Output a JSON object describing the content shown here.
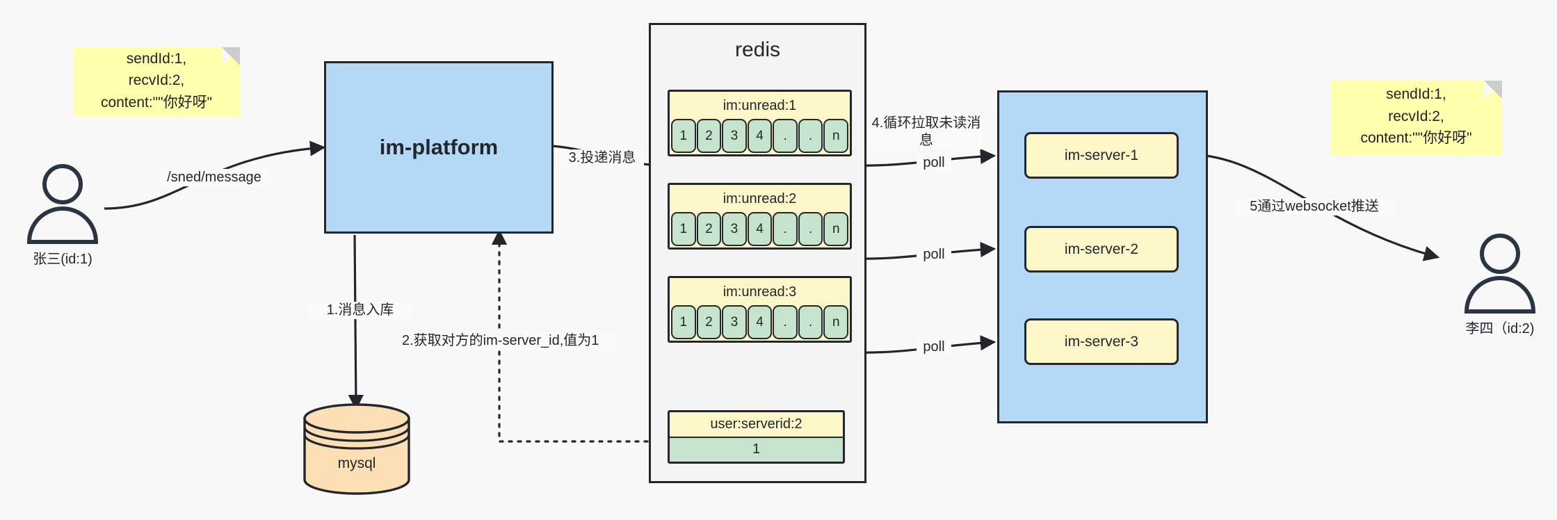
{
  "diagram": {
    "title": "IM message delivery architecture",
    "colors": {
      "blue_fill": "#b3d9f7",
      "yellow_fill": "#fdf6c8",
      "green_fill": "#c6e4cd",
      "note_fill": "#ffffad",
      "orange_fill": "#fcdfb4",
      "stroke": "#23272c",
      "background": "#f8f8f8",
      "redis_fill": "#f4f4f4"
    }
  },
  "notes": {
    "left": "sendId:1,\nrecvId:2,\ncontent:\"\"你好呀\"",
    "right": "sendId:1,\nrecvId:2,\ncontent:\"\"你好呀\""
  },
  "actors": {
    "sender": {
      "label": "张三(id:1)",
      "icon": "person-icon"
    },
    "receiver": {
      "label": "李四（id:2)",
      "icon": "person-icon"
    }
  },
  "nodes": {
    "platform": "im-platform",
    "mysql": "mysql",
    "redis_title": "redis"
  },
  "redis": {
    "lists": [
      {
        "key": "im:unread:1",
        "cells": [
          "1",
          "2",
          "3",
          "4",
          ".",
          ".",
          "n"
        ]
      },
      {
        "key": "im:unread:2",
        "cells": [
          "1",
          "2",
          "3",
          "4",
          ".",
          ".",
          "n"
        ]
      },
      {
        "key": "im:unread:3",
        "cells": [
          "1",
          "2",
          "3",
          "4",
          ".",
          ".",
          "n"
        ]
      }
    ],
    "kv": {
      "key": "user:serverid:2",
      "value": "1"
    }
  },
  "servers": [
    {
      "label": "im-server-1"
    },
    {
      "label": "im-server-2"
    },
    {
      "label": "im-server-3"
    }
  ],
  "edges": {
    "send_message": "/sned/message",
    "step1": "1.消息入库",
    "step2": "2.获取对方的im-server_id,值为1",
    "step3": "3.投递消息",
    "step4": "4.循环拉取未读消\n息",
    "step5": "5通过websocket推送",
    "poll1": "poll",
    "poll2": "poll",
    "poll3": "poll"
  }
}
